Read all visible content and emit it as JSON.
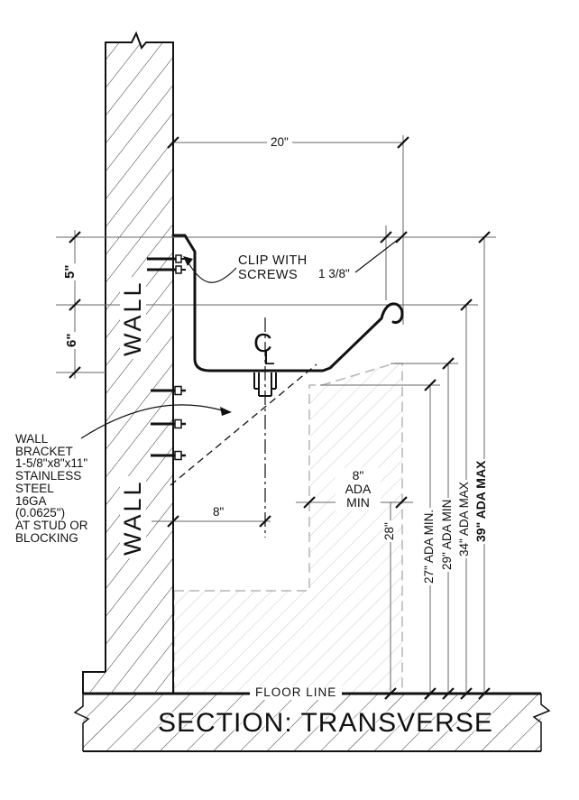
{
  "labels": {
    "dim_20": "20\"",
    "clip_note": "CLIP WITH\nSCREWS",
    "dim_1_3_8": "1 3/8\"",
    "dim_5": "5\"",
    "dim_6": "6\"",
    "wall_upper": "WALL",
    "wall_lower": "WALL",
    "bracket_note": "WALL\nBRACKET\n1-5/8\"x8\"x11\"\nSTAINLESS\nSTEEL\n16GA\n(0.0625\")\nAT STUD OR\nBLOCKING",
    "dim_8": "8\"",
    "ada_8_min": "8\"\nADA\nMIN",
    "dim_28": "28\"",
    "ada_27": "27\" ADA MIN.",
    "ada_29": "29\" ADA MIN",
    "ada_34": "34\" ADA MAX",
    "ada_39": "39\" ADA MAX",
    "floor_line": "FLOOR LINE",
    "centerline_c": "C",
    "centerline_l": "L",
    "title": "SECTION: TRANSVERSE"
  },
  "colors": {
    "line": "#111111",
    "dim_line": "#666666",
    "zone_outline": "#b5b5b5",
    "zone_hatch": "#cccccc"
  }
}
